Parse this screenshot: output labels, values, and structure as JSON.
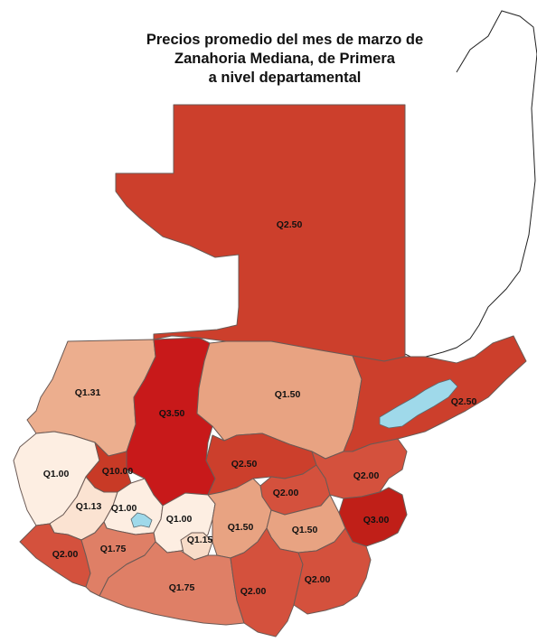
{
  "title": {
    "line1": "Precios promedio del mes de marzo de",
    "line2": "Zanahoria Mediana, de Primera",
    "line3": "a nivel departamental"
  },
  "colors": {
    "q100": "#fdeee2",
    "q113": "#fbe3d2",
    "q115": "#f8dcc8",
    "q131": "#ecae8e",
    "q150": "#e8a382",
    "q175": "#df7f66",
    "q200": "#d4513d",
    "q250": "#cc3f2c",
    "q300": "#c01f18",
    "q350": "#c8191a",
    "q1000": "#c83a26",
    "lake": "#9fd9ea",
    "outline": "#222222"
  },
  "regions": [
    {
      "name": "peten",
      "price": "Q2.50"
    },
    {
      "name": "huehuetenango",
      "price": "Q1.31"
    },
    {
      "name": "quiche",
      "price": "Q3.50"
    },
    {
      "name": "alta-verapaz",
      "price": "Q1.50"
    },
    {
      "name": "izabal",
      "price": "Q2.50"
    },
    {
      "name": "baja-verapaz",
      "price": "Q2.50"
    },
    {
      "name": "zacapa",
      "price": "Q2.00"
    },
    {
      "name": "el-progreso",
      "price": "Q2.00"
    },
    {
      "name": "chiquimula",
      "price": "Q3.00"
    },
    {
      "name": "san-marcos",
      "price": "Q1.00"
    },
    {
      "name": "totonicapan",
      "price": "Q10.00"
    },
    {
      "name": "quetzaltenango",
      "price": "Q1.13"
    },
    {
      "name": "solola",
      "price": "Q1.00"
    },
    {
      "name": "chimaltenango",
      "price": "Q1.00"
    },
    {
      "name": "sacatepequez",
      "price": "Q1.15"
    },
    {
      "name": "guatemala",
      "price": "Q1.50"
    },
    {
      "name": "jalapa",
      "price": "Q1.50"
    },
    {
      "name": "retalhuleu",
      "price": "Q2.00"
    },
    {
      "name": "suchitepequez",
      "price": "Q1.75"
    },
    {
      "name": "escuintla",
      "price": "Q1.75"
    },
    {
      "name": "santa-rosa",
      "price": "Q2.00"
    },
    {
      "name": "jutiapa",
      "price": "Q2.00"
    }
  ]
}
